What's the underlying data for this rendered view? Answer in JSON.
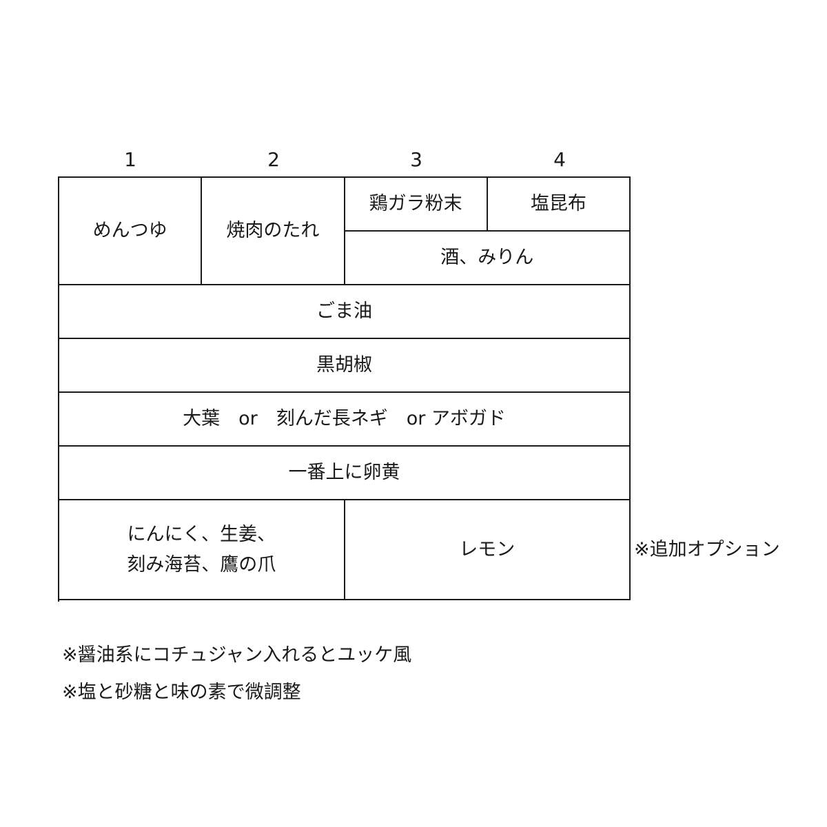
{
  "column_numbers": [
    "1",
    "2",
    "3",
    "4"
  ],
  "cells": {
    "mentsuyu": "めんつゆ",
    "yakiniku_tare": "焼肉のたれ",
    "torigara": "鶏ガラ粉末",
    "shio_konbu": "塩昆布",
    "sake_mirin": "酒、みりん",
    "goma_abura": "ごま油",
    "kurokosho": "黒胡椒",
    "topping": "大葉　or　刻んだ長ネギ　or アボガド",
    "ranou": "一番上に卵黄",
    "option_left_line1": "にんにく、生姜、",
    "option_left_line2": "刻み海苔、鷹の爪",
    "lemon": "レモン"
  },
  "side_note": "※追加オプション",
  "notes": [
    "※醤油系にコチュジャン入れるとユッケ風",
    "※塩と砂糖と味の素で微調整"
  ]
}
